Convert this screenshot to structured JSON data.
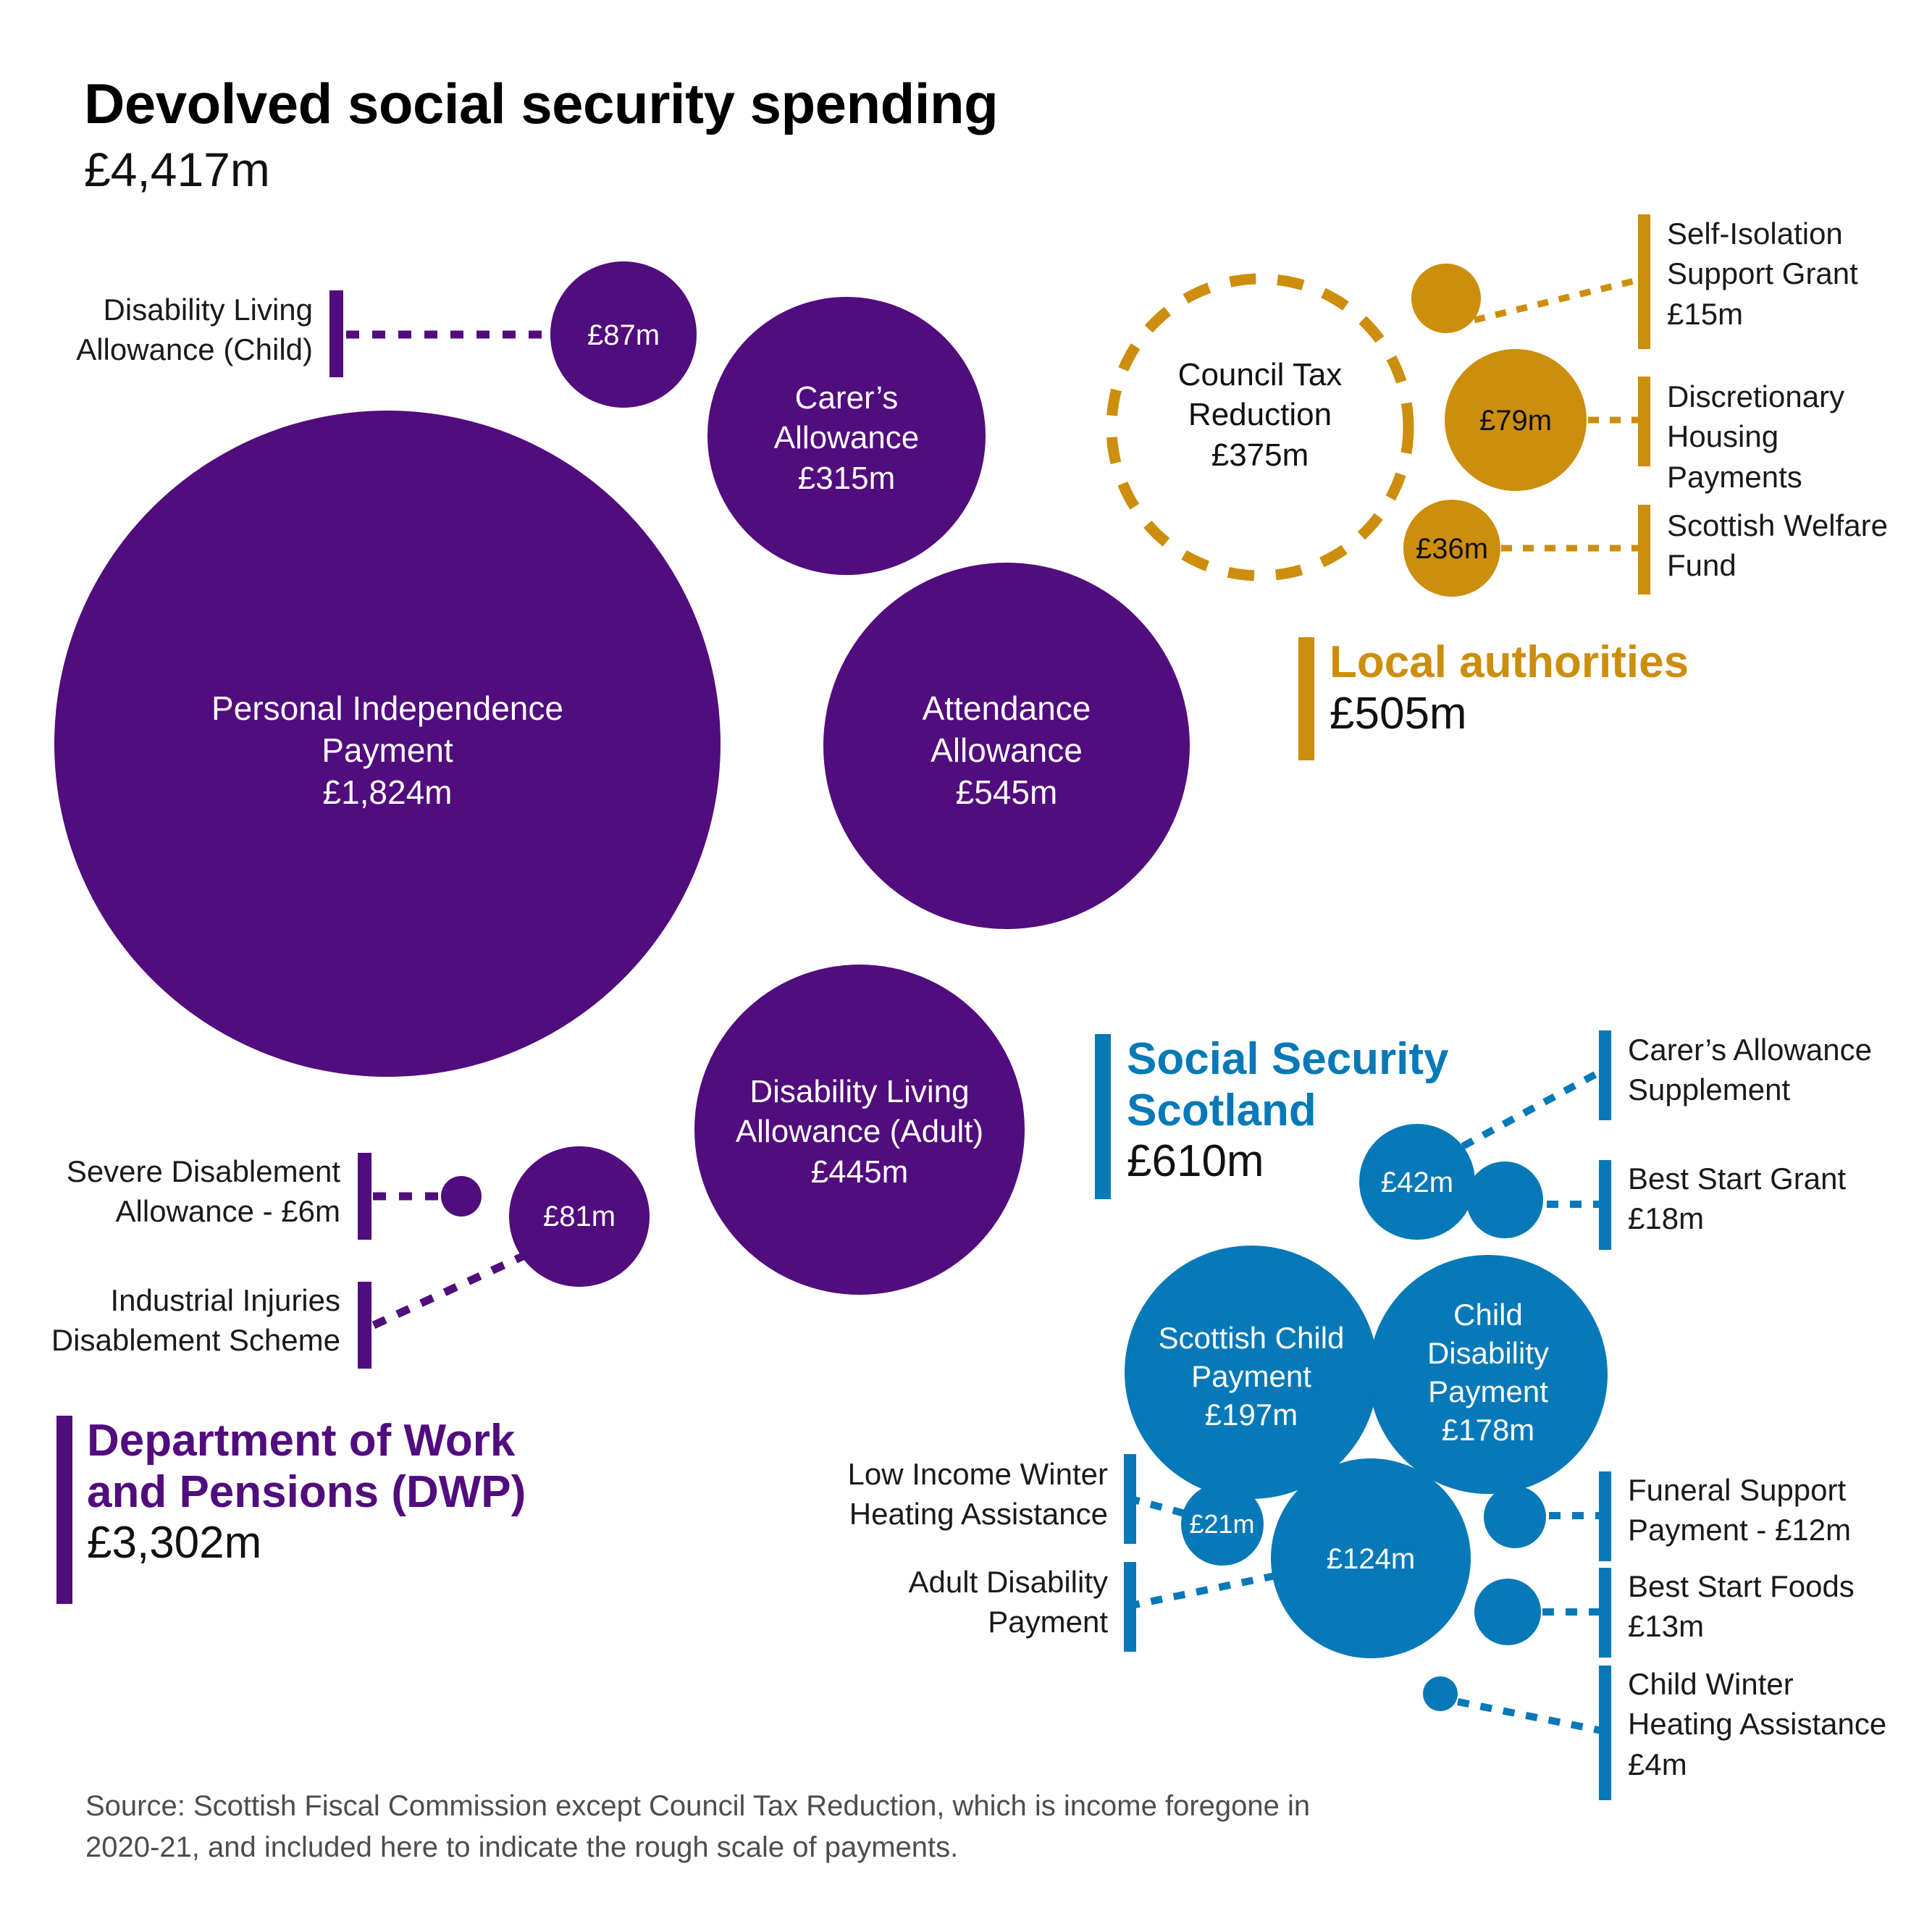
{
  "header": {
    "title": "Devolved social security spending",
    "total": "£4,417m"
  },
  "colors": {
    "dwp_purple": "#510C7E",
    "local_authority_orange": "#CC8E0C",
    "social_security_blue": "#0779B8",
    "label_text": "#1a1a1a",
    "source_text": "#4d4d4d",
    "background": "#ffffff"
  },
  "groups": [
    {
      "id": "dwp",
      "title_line1": "Department of Work",
      "title_line2": "and Pensions (DWP)",
      "total": "£3,302m",
      "color": "#510C7E"
    },
    {
      "id": "la",
      "title_line1": "Local authorities",
      "title_line2": "",
      "total": "£505m",
      "color": "#CC8E0C"
    },
    {
      "id": "sss",
      "title_line1": "Social Security",
      "title_line2": "Scotland",
      "total": "£610m",
      "color": "#0779B8"
    }
  ],
  "leader_labels": {
    "dla_child": "Disability Living\nAllowance (Child)",
    "severe_disablement": "Severe Disablement\nAllowance - £6m",
    "industrial_injuries": "Industrial Injuries\nDisablement Scheme",
    "self_isolation": "Self-Isolation\nSupport Grant\n£15m",
    "discretionary_housing": "Discretionary\nHousing Payments",
    "scottish_welfare_fund": "Scottish Welfare\nFund",
    "carers_allowance_supplement": "Carer’s Allowance\nSupplement",
    "best_start_grant": "Best Start Grant\n£18m",
    "low_income_winter": "Low Income Winter\nHeating Assistance",
    "adult_disability": "Adult Disability\nPayment",
    "funeral_support": "Funeral Support\nPayment - £12m",
    "best_start_foods": "Best Start Foods\n£13m",
    "child_winter": "Child Winter\nHeating Assistance\n£4m"
  },
  "bubble_text": {
    "pip": "Personal Independence\nPayment\n£1,824m",
    "carers_allowance": "Carer’s\nAllowance\n£315m",
    "attendance_allowance": "Attendance\nAllowance\n£545m",
    "dla_adult": "Disability Living\nAllowance (Adult)\n£445m",
    "dla_child_value": "£87m",
    "industrial_injuries_value": "£81m",
    "council_tax_reduction": "Council Tax\nReduction\n£375m",
    "self_isolation_value": "",
    "discretionary_housing_value": "£79m",
    "scottish_welfare_value": "£36m",
    "carers_supplement_value": "£42m",
    "best_start_grant_value": "",
    "scottish_child_payment": "Scottish Child\nPayment\n£197m",
    "child_disability_payment": "Child\nDisability\nPayment\n£178m",
    "adult_disability_value": "£124m",
    "low_income_winter_value": "£21m",
    "funeral_support_value": "",
    "best_start_foods_value": "",
    "child_winter_value": ""
  },
  "footer": {
    "source": "Source: Scottish Fiscal Commission except Council Tax Reduction, which is income foregone in 2020-21, and included here to indicate the rough scale of payments."
  },
  "chart_data": {
    "type": "bubble",
    "title": "Devolved social security spending",
    "total": 4417,
    "unit": "£ million",
    "grid": false,
    "legend": "grouped color-coded headings with value totals",
    "groups": [
      {
        "name": "Department of Work and Pensions (DWP)",
        "total": 3302,
        "color": "#510C7E",
        "items": [
          {
            "label": "Personal Independence Payment",
            "value": 1824,
            "value_text": "£1,824m",
            "labelled_in_bubble": true
          },
          {
            "label": "Attendance Allowance",
            "value": 545,
            "value_text": "£545m",
            "labelled_in_bubble": true
          },
          {
            "label": "Disability Living Allowance (Adult)",
            "value": 445,
            "value_text": "£445m",
            "labelled_in_bubble": true
          },
          {
            "label": "Carer’s Allowance",
            "value": 315,
            "value_text": "£315m",
            "labelled_in_bubble": true
          },
          {
            "label": "Disability Living Allowance (Child)",
            "value": 87,
            "value_text": "£87m",
            "labelled_in_bubble": false
          },
          {
            "label": "Industrial Injuries Disablement Scheme",
            "value": 81,
            "value_text": "£81m",
            "labelled_in_bubble": false
          },
          {
            "label": "Severe Disablement Allowance",
            "value": 6,
            "value_text": "£6m",
            "labelled_in_bubble": false
          }
        ]
      },
      {
        "name": "Local authorities",
        "total": 505,
        "color": "#CC8E0C",
        "items": [
          {
            "label": "Council Tax Reduction",
            "value": 375,
            "value_text": "£375m",
            "labelled_in_bubble": true,
            "style": "dashed-outline",
            "note": "income foregone in 2020-21, shown to indicate rough scale"
          },
          {
            "label": "Discretionary Housing Payments",
            "value": 79,
            "value_text": "£79m",
            "labelled_in_bubble": false
          },
          {
            "label": "Scottish Welfare Fund",
            "value": 36,
            "value_text": "£36m",
            "labelled_in_bubble": false
          },
          {
            "label": "Self-Isolation Support Grant",
            "value": 15,
            "value_text": "£15m",
            "labelled_in_bubble": false
          }
        ]
      },
      {
        "name": "Social Security Scotland",
        "total": 610,
        "color": "#0779B8",
        "items": [
          {
            "label": "Scottish Child Payment",
            "value": 197,
            "value_text": "£197m",
            "labelled_in_bubble": true
          },
          {
            "label": "Child Disability Payment",
            "value": 178,
            "value_text": "£178m",
            "labelled_in_bubble": true
          },
          {
            "label": "Adult Disability Payment",
            "value": 124,
            "value_text": "£124m",
            "labelled_in_bubble": false
          },
          {
            "label": "Carer’s Allowance Supplement",
            "value": 42,
            "value_text": "£42m",
            "labelled_in_bubble": false
          },
          {
            "label": "Low Income Winter Heating Assistance",
            "value": 21,
            "value_text": "£21m",
            "labelled_in_bubble": false
          },
          {
            "label": "Best Start Grant",
            "value": 18,
            "value_text": "£18m",
            "labelled_in_bubble": false
          },
          {
            "label": "Best Start Foods",
            "value": 13,
            "value_text": "£13m",
            "labelled_in_bubble": false
          },
          {
            "label": "Funeral Support Payment",
            "value": 12,
            "value_text": "£12m",
            "labelled_in_bubble": false
          },
          {
            "label": "Child Winter Heating Assistance",
            "value": 4,
            "value_text": "£4m",
            "labelled_in_bubble": false
          }
        ]
      }
    ],
    "source": "Source: Scottish Fiscal Commission except Council Tax Reduction, which is income foregone in 2020-21, and included here to indicate the rough scale of payments."
  }
}
